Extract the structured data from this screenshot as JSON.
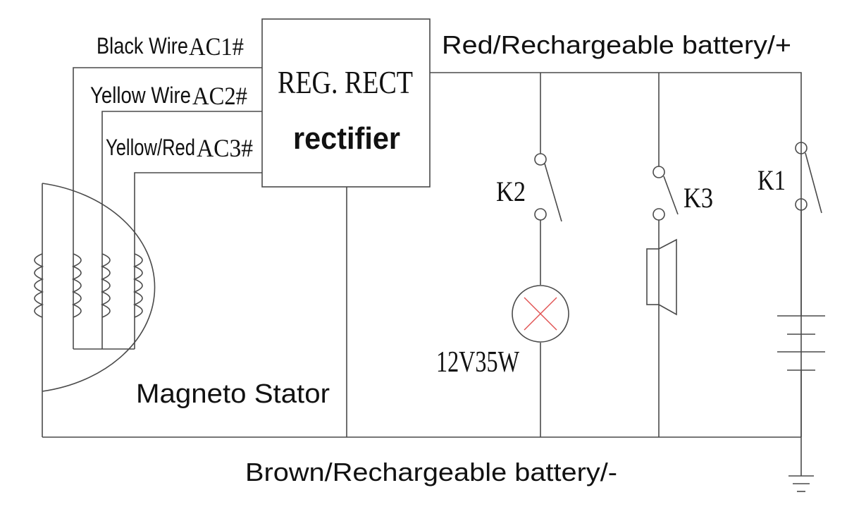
{
  "wires": {
    "black_label": "Black Wire",
    "black_code": "AC1#",
    "yellow_label": "Yellow Wire",
    "yellow_code": "AC2#",
    "yellowred_label": "Yellow/Red",
    "yellowred_code": "AC3#"
  },
  "rectifier": {
    "line1": "REG. RECT",
    "line2": "rectifier"
  },
  "positive_rail_label": "Red/Rechargeable battery/+",
  "negative_rail_label": "Brown/Rechargeable battery/-",
  "stator_label": "Magneto Stator",
  "switches": {
    "k1": "K1",
    "k2": "K2",
    "k3": "K3"
  },
  "lamp_rating": "12V35W",
  "colors": {
    "wire": "#4a4a4a",
    "lamp_cross": "#e05050",
    "text": "#111111"
  }
}
